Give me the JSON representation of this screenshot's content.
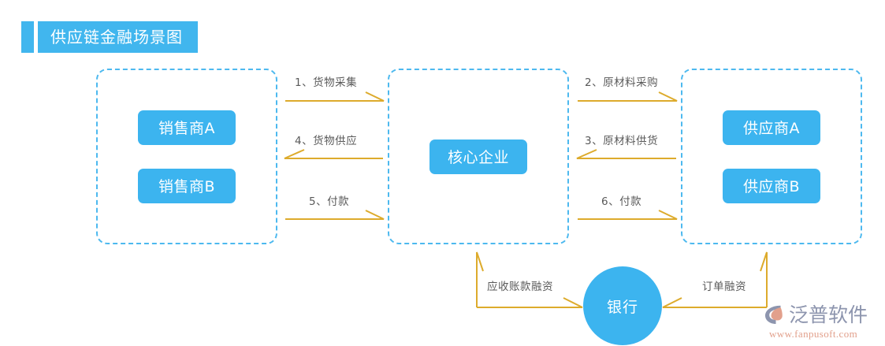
{
  "header": {
    "title": "供应链金融场景图",
    "accent_color": "#41b6ee",
    "title_text_color": "#ffffff"
  },
  "theme": {
    "node_blue": "#3cb4ef",
    "dashed_border_blue": "#4db9ef",
    "arrow_gold": "#ddab2c",
    "label_gray": "#595959",
    "background": "#ffffff"
  },
  "groups": {
    "sellers": {
      "name": "sellers-group",
      "nodes": [
        {
          "label": "销售商A"
        },
        {
          "label": "销售商B"
        }
      ]
    },
    "core": {
      "name": "core-enterprise-group",
      "nodes": [
        {
          "label": "核心企业"
        }
      ]
    },
    "suppliers": {
      "name": "suppliers-group",
      "nodes": [
        {
          "label": "供应商A"
        },
        {
          "label": "供应商B"
        }
      ]
    }
  },
  "bank": {
    "label": "银行"
  },
  "flows": {
    "left": [
      {
        "label": "1、货物采集",
        "direction": "right"
      },
      {
        "label": "4、货物供应",
        "direction": "left"
      },
      {
        "label": "5、付款",
        "direction": "right"
      }
    ],
    "right": [
      {
        "label": "2、原材料采购",
        "direction": "right"
      },
      {
        "label": "3、原材料供货",
        "direction": "left"
      },
      {
        "label": "6、付款",
        "direction": "right"
      }
    ],
    "bank": [
      {
        "label": "应收账款融资",
        "side": "left"
      },
      {
        "label": "订单融资",
        "side": "right"
      }
    ]
  },
  "logo": {
    "name": "泛普软件",
    "url": "www.fanpusoft.com",
    "name_color": "#8d95ae",
    "url_color": "#e2a08c"
  }
}
